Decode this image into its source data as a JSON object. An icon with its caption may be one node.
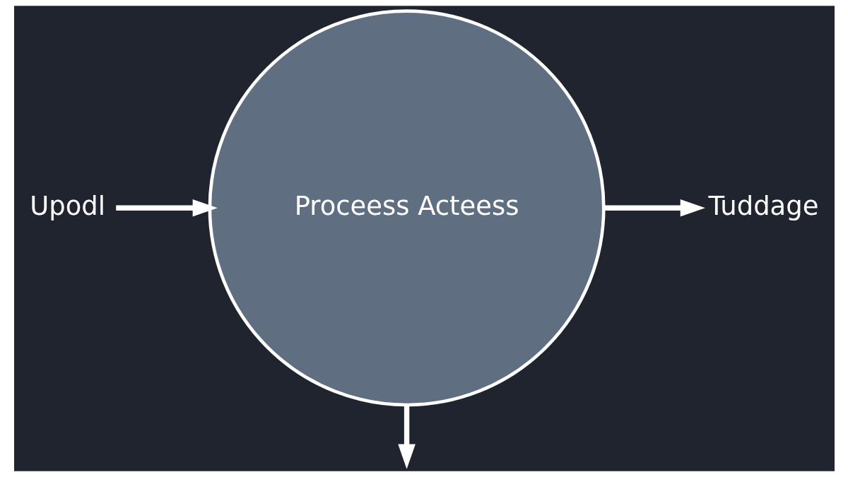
{
  "diagram": {
    "nodes": [
      {
        "text": [
          "Upodl"
        ]
      },
      {
        "text": [
          "Proceess Acteess"
        ]
      },
      {
        "text": [
          "Tuddage"
        ]
      }
    ],
    "edges": [
      {
        "from": 0,
        "to": 1,
        "arrow": "to"
      },
      {
        "from": 1,
        "to": 2,
        "arrow": "to"
      },
      {
        "from": 1,
        "to": null,
        "arrow": "to"
      }
    ]
  }
}
